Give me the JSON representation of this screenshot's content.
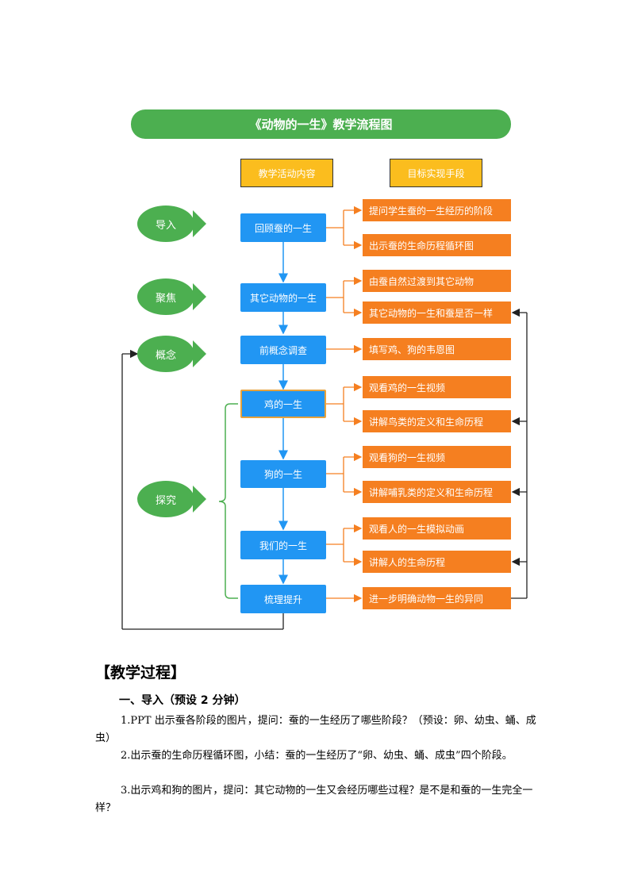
{
  "diagram": {
    "title": "《动物的一生》教学流程图",
    "header_left": "教学活动内容",
    "header_right": "目标实现手段",
    "stages": [
      "导入",
      "聚焦",
      "概念",
      "探究"
    ],
    "activities": [
      "回顾蚕的一生",
      "其它动物的一生",
      "前概念调查",
      "鸡的一生",
      "狗的一生",
      "我们的一生",
      "梳理提升"
    ],
    "means": [
      "提问学生蚕的一生经历的阶段",
      "出示蚕的生命历程循环图",
      "由蚕自然过渡到其它动物",
      "其它动物的一生和蚕是否一样",
      "填写鸡、狗的韦恩图",
      "观看鸡的一生视频",
      "讲解鸟类的定义和生命历程",
      "观看狗的一生视频",
      "讲解哺乳类的定义和生命历程",
      "观看人的一生模拟动画",
      "讲解人的生命历程",
      "进一步明确动物一生的异同"
    ],
    "colors": {
      "green": "#4CAF50",
      "blue": "#2196F3",
      "orange": "#F57F20",
      "yellow": "#FBBD1E"
    }
  },
  "document": {
    "heading": "【教学过程】",
    "section1": "一、导入（预设 2 分钟）",
    "paragraphs": [
      "1.PPT 出示蚕各阶段的图片，提问：蚕的一生经历了哪些阶段？（预设：卵、幼虫、蛹、成虫）",
      "2.出示蚕的生命历程循环图，小结：蚕的一生经历了“卵、幼虫、蛹、成虫”四个阶段。",
      "3.出示鸡和狗的图片，提问：其它动物的一生又会经历哪些过程？是不是和蚕的一生完全一样？"
    ]
  }
}
